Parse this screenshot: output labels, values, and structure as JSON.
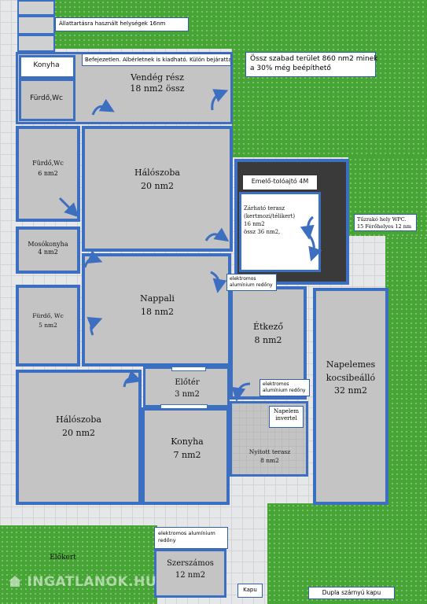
{
  "notes": {
    "pets": "Állattartásra használt helységek 16nm",
    "unfinished": "Befejezetlen. Albérletnek is kiadható. Külön bejárattal is",
    "free_area_1": "Össz szabad terület 860 nm2 minek",
    "free_area_2": "a 30% még beépíthető",
    "elevator": "Emelő-tolóajtó 4M",
    "fireplace_1": "Tűzrakó hely WPC.",
    "fireplace_2": "15 Férőhelyes 12 nm",
    "blinds": "elektromos alumínium redőny",
    "blinds_b": "elektromos alumínium redőny",
    "blinds_c": "elektromos alumínium redőny",
    "gate": "Kapu",
    "double_gate": "Dupla szárnyú kapu",
    "solar_inverter_1": "Napelem",
    "solar_inverter_2": "invertel"
  },
  "rooms": {
    "konyha_top": "Konyha",
    "furdo_top": "Fürdő,Wc",
    "vendeg_name": "Vendég rész",
    "vendeg_size": "18 nm2 össz",
    "furdo1_name": "Fürdő,Wc",
    "furdo1_size": "6 nm2",
    "halo1_name": "Hálószoba",
    "halo1_size": "20 nm2",
    "terasz_name_1": "Zárható terasz",
    "terasz_name_2": "(kertmozi/télikert)",
    "terasz_size_1": "16 nm2",
    "terasz_size_2": "össz 36 nm2,",
    "moso_name": "Mosókonyha",
    "moso_size": "4 nm2",
    "nappali_name": "Nappali",
    "nappali_size": "18 nm2",
    "furdo2_name": "Fürdő, Wc",
    "furdo2_size": "5 nm2",
    "etkezo_name": "Étkező",
    "etkezo_size": "8 nm2",
    "garage_1": "Napelemes",
    "garage_2": "kocsibeálló",
    "garage_3": "32 nm2",
    "eloter_name": "Előtér",
    "eloter_size": "3 nm2",
    "halo2_name": "Hálószoba",
    "halo2_size": "20 nm2",
    "konyha_name": "Konyha",
    "konyha_size": "7 nm2",
    "nyitott_1": "Nyitott terasz",
    "nyitott_2": "8 nm2",
    "elokert": "Előkert",
    "szerszam_name": "Szerszámos",
    "szerszam_size": "12 nm2"
  },
  "watermark": "INGATLANOK.HU",
  "colors": {
    "wall": "#3d6fc0",
    "room": "#c4c4c4",
    "grass": "#47a535",
    "dark": "#3a3a3a"
  }
}
